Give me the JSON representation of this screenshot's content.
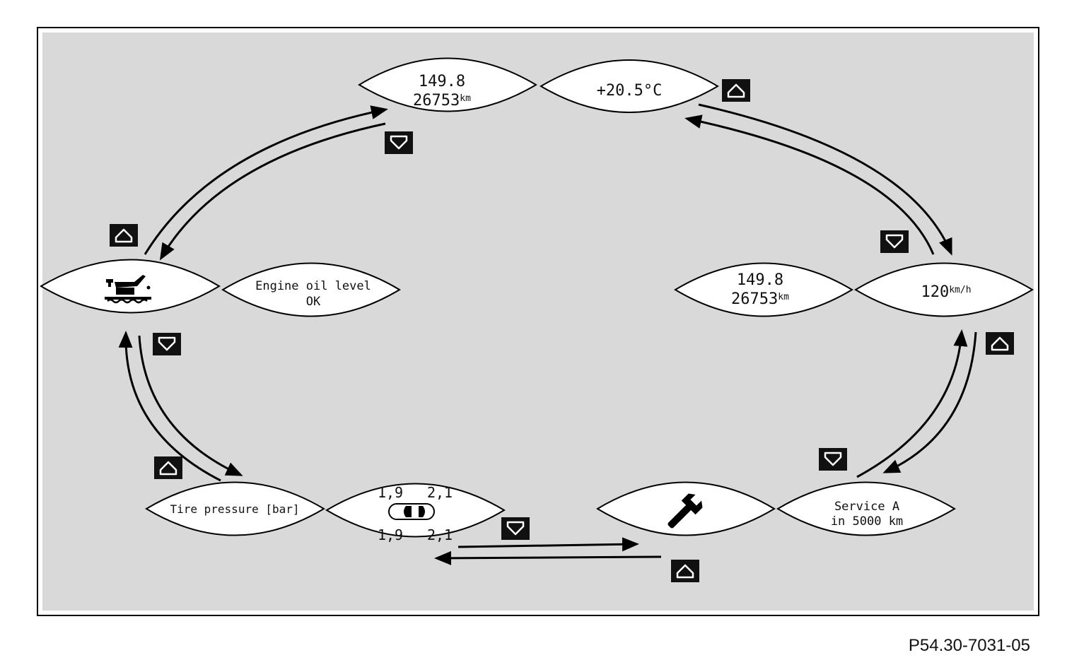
{
  "screens": {
    "trip_top": {
      "line1": "149.8",
      "line2": "26753",
      "unit": "km"
    },
    "temperature": {
      "line1": "+20.5°C"
    },
    "oil_icon": {
      "icon": "oil-can-icon"
    },
    "oil_level": {
      "line1": "Engine oil level",
      "line2": "OK"
    },
    "trip_right": {
      "line1": "149.8",
      "line2": "26753",
      "unit": "km"
    },
    "speed": {
      "line1": "120",
      "unit": "km/h"
    },
    "tire_label": {
      "line1": "Tire pressure [bar]"
    },
    "tire_values": {
      "front_left": "1,9",
      "front_right": "2,1",
      "rear_left": "1,9",
      "rear_right": "2,1",
      "icon": "car-top-view-icon"
    },
    "service_icon": {
      "icon": "wrench-icon"
    },
    "service_text": {
      "line1": "Service A",
      "line2": "in 5000 km"
    }
  },
  "buttons": {
    "up_icon": "arrow-up-button-icon",
    "down_icon": "arrow-down-button-icon"
  },
  "colors": {
    "panel_bg": "#d9d9d9",
    "lens_fill": "#ffffff",
    "button_bg": "#111111"
  },
  "caption": "P54.30-7031-05"
}
